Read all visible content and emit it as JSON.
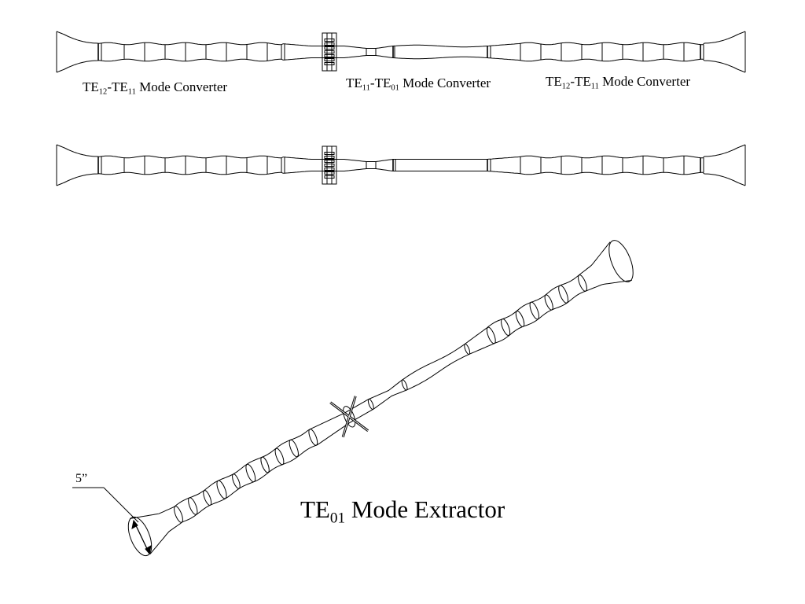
{
  "labels": {
    "converter_left": {
      "a": "TE",
      "a_sub": "12",
      "b": "-TE",
      "b_sub": "11",
      "tail": " Mode Converter"
    },
    "converter_mid": {
      "a": "TE",
      "a_sub": "11",
      "b": "-TE",
      "b_sub": "01",
      "tail": " Mode Converter"
    },
    "converter_right": {
      "a": "TE",
      "a_sub": "12",
      "b": "-TE",
      "b_sub": "11",
      "tail": " Mode Converter"
    },
    "extractor": {
      "a": "TE",
      "a_sub": "01",
      "tail": " Mode Extractor"
    },
    "dimension": "5”"
  },
  "colors": {
    "line": "#000000",
    "background": "#ffffff"
  }
}
